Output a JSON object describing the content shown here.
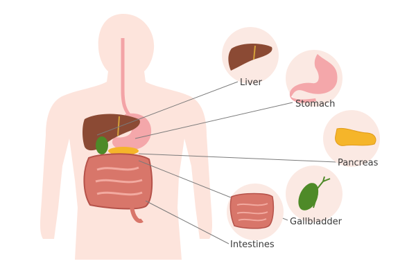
{
  "labels": {
    "liver": "Liver",
    "stomach": "Stomach",
    "pancreas": "Pancreas",
    "gallbladder": "Gallbladder",
    "intestines": "Intestines"
  },
  "colors": {
    "body": "#fde4dc",
    "circle": "#fbe9e3",
    "liver": "#8b4a34",
    "stomach": "#f4a7aa",
    "pancreas": "#f5b52a",
    "gallbladder": "#4e8a28",
    "intestines": "#d8766a"
  }
}
